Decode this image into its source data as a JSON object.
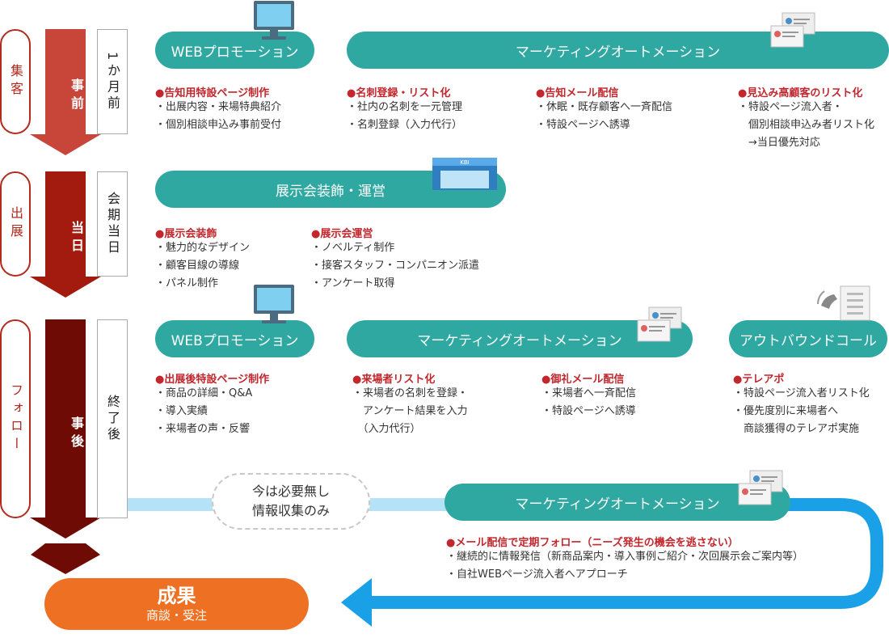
{
  "colors": {
    "teal": "#2ea8a1",
    "red_title": "#c1272d",
    "orange": "#ee7022",
    "blue": "#1aa0e6",
    "phase1": "#c8453a",
    "phase2": "#a31a0e",
    "phase3": "#6e0b05"
  },
  "phases": [
    {
      "label": "集客",
      "timing": "事前",
      "when": "1か月前"
    },
    {
      "label": "出展",
      "timing": "当日",
      "when": "会期当日"
    },
    {
      "label": "フォロー",
      "timing": "事後",
      "when": "終了後"
    }
  ],
  "pills": {
    "p1_web": "WEBプロモーション",
    "p1_ma": "マーケティングオートメーション",
    "p2_exhibit": "展示会装飾・運営",
    "p3_web": "WEBプロモーション",
    "p3_ma": "マーケティングオートメーション",
    "p3_call": "アウトバウンドコール",
    "p4_ma": "マーケティングオートメーション"
  },
  "sections": {
    "s1": {
      "title": "●告知用特設ページ制作",
      "items": [
        "・出展内容・来場特典紹介",
        "・個別相談申込み事前受付"
      ]
    },
    "s2": {
      "title": "●名刺登録・リスト化",
      "items": [
        "・社内の名刺を一元管理",
        "・名刺登録（入力代行）"
      ]
    },
    "s3": {
      "title": "●告知メール配信",
      "items": [
        "・休眠・既存顧客へ一斉配信",
        "・特設ページへ誘導"
      ]
    },
    "s4": {
      "title": "●見込み高顧客のリスト化",
      "items": [
        "・特設ページ流入者・",
        "　個別相談申込み者リスト化",
        "　→当日優先対応"
      ]
    },
    "s5": {
      "title": "●展示会装飾",
      "items": [
        "・魅力的なデザイン",
        "・顧客目線の導線",
        "・パネル制作"
      ]
    },
    "s6": {
      "title": "●展示会運営",
      "items": [
        "・ノベルティ制作",
        "・接客スタッフ・コンパニオン派遣",
        "・アンケート取得"
      ]
    },
    "s7": {
      "title": "●出展後特設ページ制作",
      "items": [
        "・商品の詳細・Q&A",
        "・導入実績",
        "・来場者の声・反響"
      ]
    },
    "s8": {
      "title": "●来場者リスト化",
      "items": [
        "・来場者の名刺を登録・",
        "　アンケート結果を入力",
        "　（入力代行）"
      ]
    },
    "s9": {
      "title": "●御礼メール配信",
      "items": [
        "・来場者へ一斉配信",
        "・特設ページへ誘導"
      ]
    },
    "s10": {
      "title": "●テレアポ",
      "items": [
        "・特設ページ流入者リスト化",
        "・優先度別に来場者へ",
        "　商談獲得のテレアポ実施"
      ]
    },
    "s11": {
      "title": "●メール配信で定期フォロー（ニーズ発生の機会を逃さない）",
      "items": [
        "・継続的に情報発信（新商品案内・導入事例ご紹介・次回展示会ご案内等）",
        "・自社WEBページ流入者へアプローチ"
      ]
    }
  },
  "not_needed": {
    "line1": "今は必要無し",
    "line2": "情報収集のみ"
  },
  "goal": {
    "title": "成果",
    "subtitle": "商談・受注"
  },
  "icons": {
    "monitor": "monitor-icon",
    "business_card": "business-card-icon",
    "booth": "exhibition-booth-icon",
    "booth_text": "KBI",
    "phone_checklist": "phone-checklist-icon"
  }
}
